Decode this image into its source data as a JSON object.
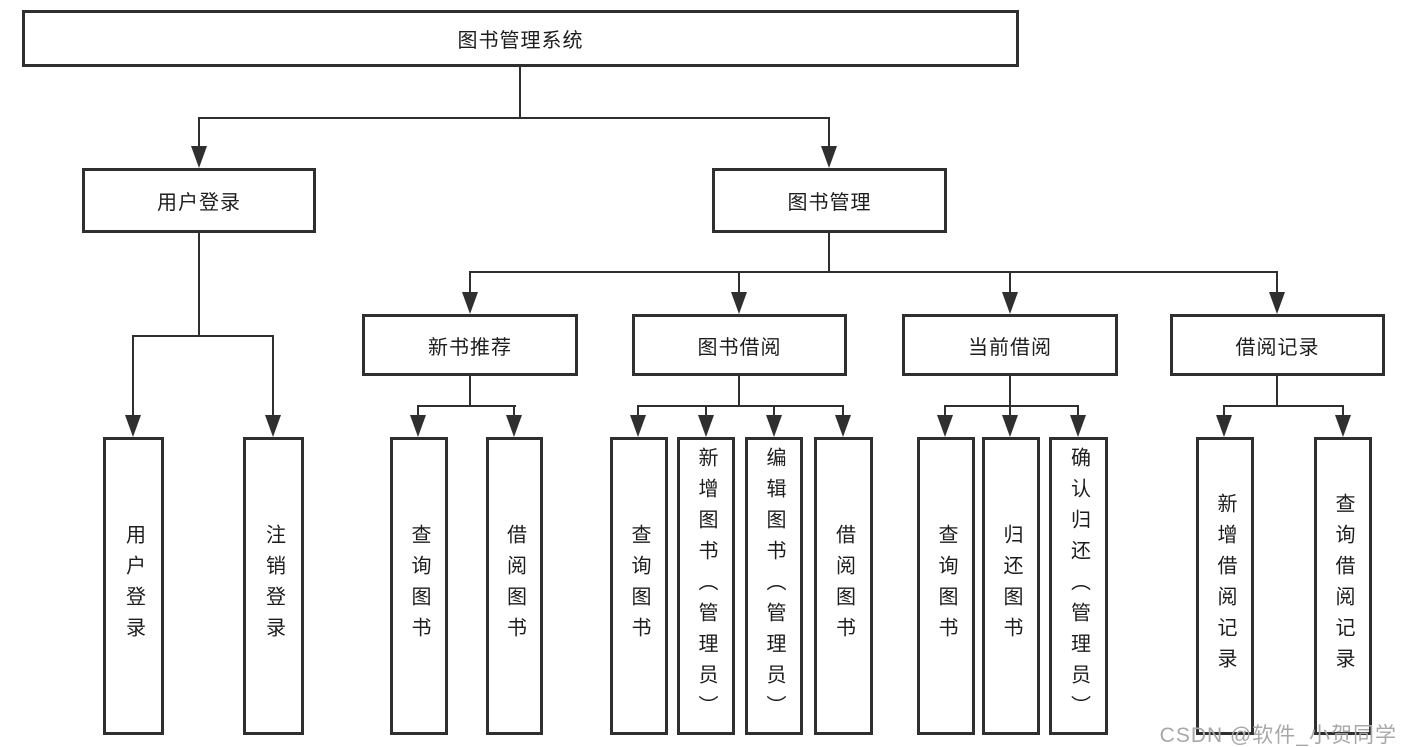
{
  "tree": {
    "root": "图书管理系统",
    "branches": [
      {
        "label": "用户登录",
        "children": [
          "用户登录",
          "注销登录"
        ]
      },
      {
        "label": "图书管理",
        "children": [
          {
            "label": "新书推荐",
            "children": [
              "查询图书",
              "借阅图书"
            ]
          },
          {
            "label": "图书借阅",
            "children": [
              "查询图书",
              "新增图书（管理员）",
              "编辑图书（管理员）",
              "借阅图书"
            ]
          },
          {
            "label": "当前借阅",
            "children": [
              "查询图书",
              "归还图书",
              "确认归还（管理员）"
            ]
          },
          {
            "label": "借阅记录",
            "children": [
              "新增借阅记录",
              "查询借阅记录"
            ]
          }
        ]
      }
    ]
  },
  "watermark": "CSDN @软件_小贺同学",
  "colors": {
    "line": "#2f2f2f",
    "text": "#1d1d1d",
    "watermark": "#a8a8a8",
    "background": "#ffffff"
  }
}
